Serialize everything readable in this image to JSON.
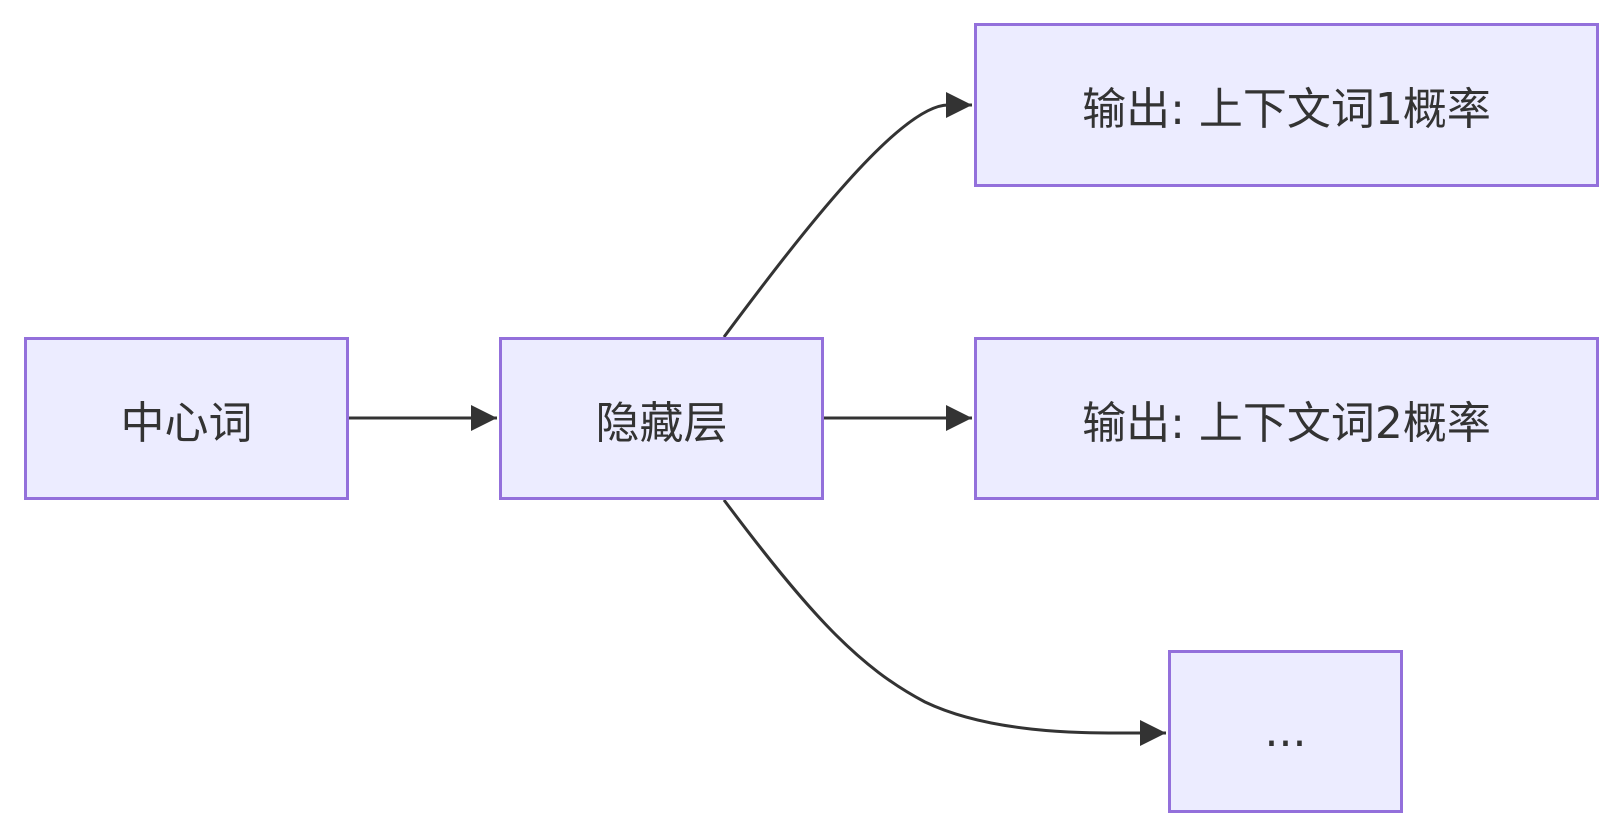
{
  "nodes": {
    "center_word": "中心词",
    "hidden_layer": "隐藏层",
    "output_1": "输出: 上下文词1概率",
    "output_2": "输出: 上下文词2概率",
    "ellipsis": "..."
  },
  "colors": {
    "node_fill": "#ececff",
    "node_border": "#9370db",
    "edge": "#333333",
    "text": "#333333"
  },
  "edges": [
    {
      "from": "center_word",
      "to": "hidden_layer"
    },
    {
      "from": "hidden_layer",
      "to": "output_1"
    },
    {
      "from": "hidden_layer",
      "to": "output_2"
    },
    {
      "from": "hidden_layer",
      "to": "ellipsis"
    }
  ]
}
